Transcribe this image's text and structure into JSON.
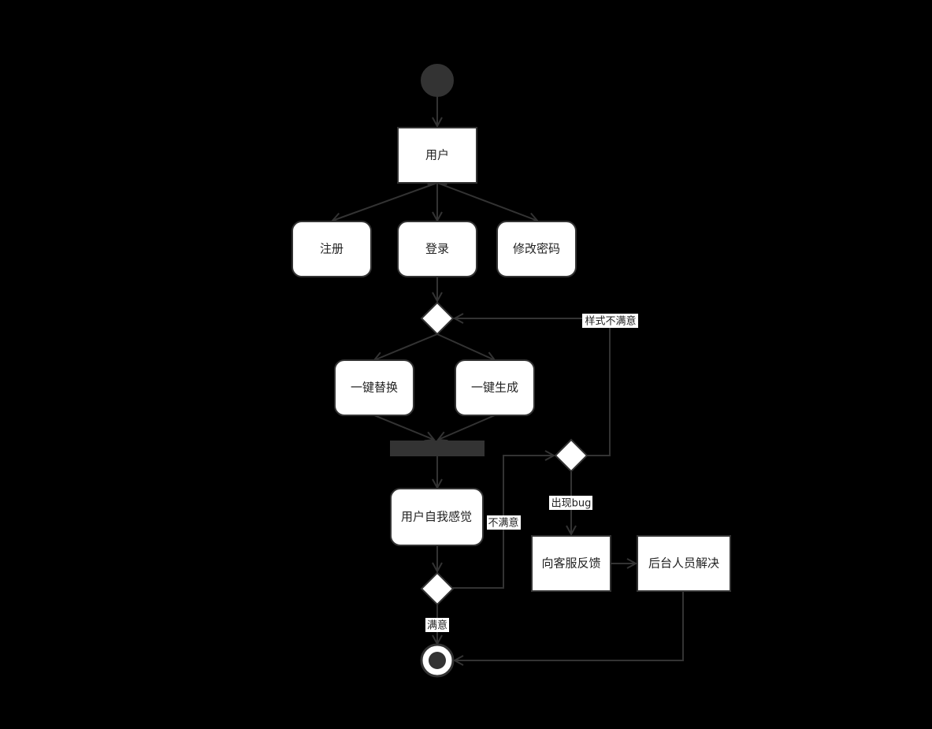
{
  "nodes": {
    "user": "用户",
    "register": "注册",
    "login": "登录",
    "change_password": "修改密码",
    "one_click_replace": "一键替换",
    "one_click_generate": "一键生成",
    "self_evaluate": "用户自我感觉",
    "feedback_service": "向客服反馈",
    "backend_resolve": "后台人员解决"
  },
  "edge_labels": {
    "style_unsatisfied": "样式不满意",
    "unsatisfied": "不满意",
    "bug_found": "出现bug",
    "satisfied": "满意"
  },
  "colors": {
    "background": "#000000",
    "node_fill": "#ffffff",
    "stroke": "#333333",
    "start_fill": "#333333"
  }
}
